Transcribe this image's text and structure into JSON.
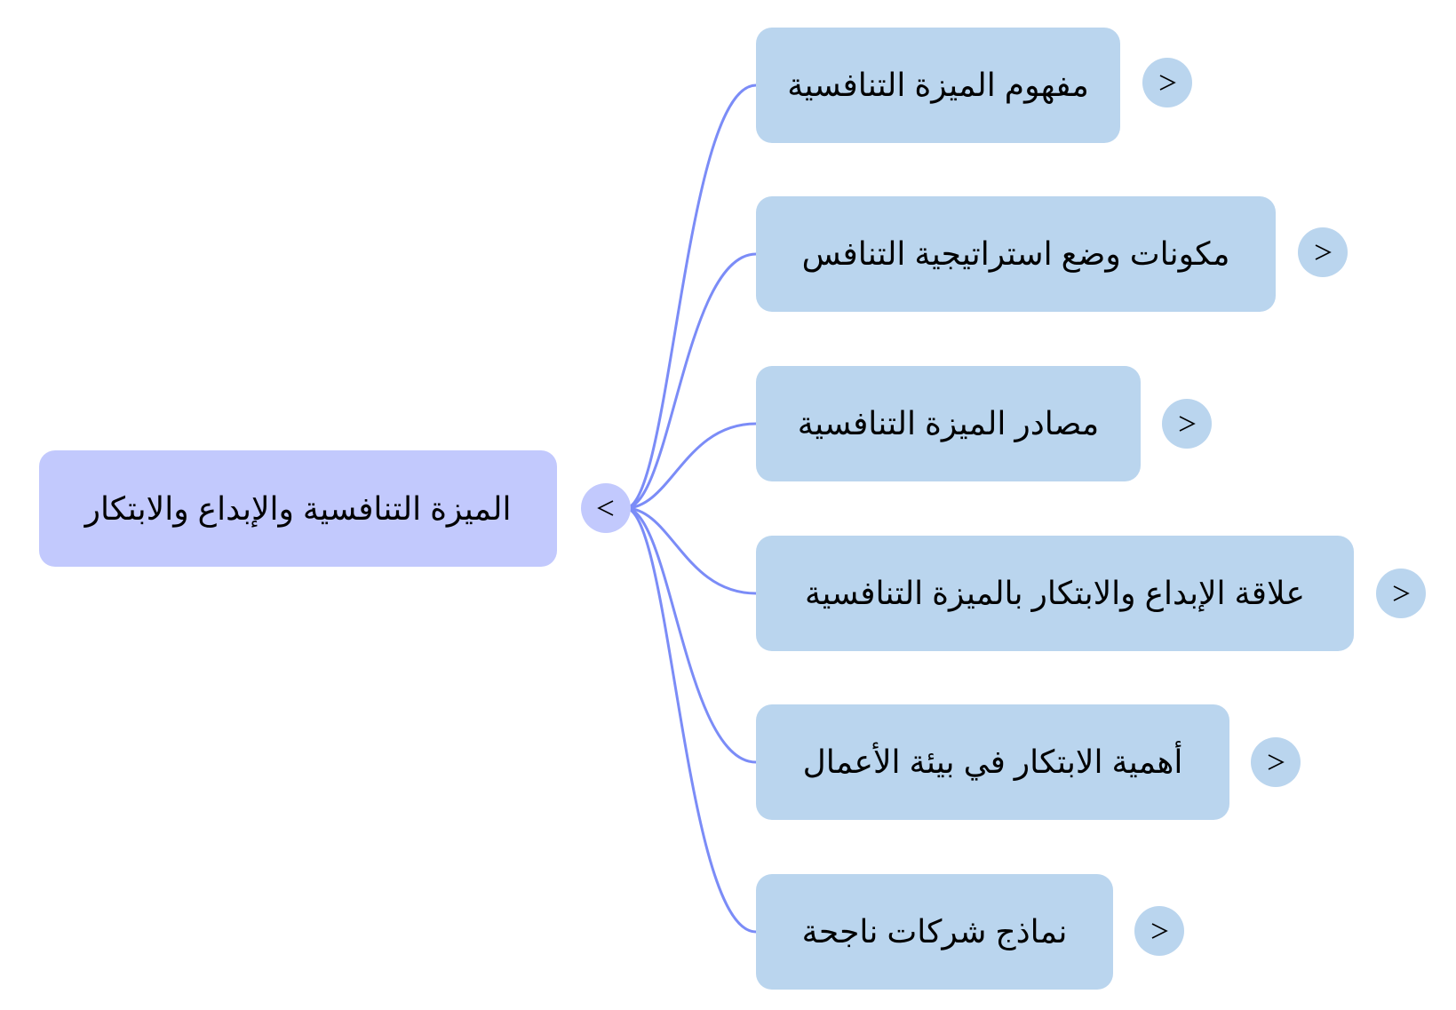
{
  "mindmap": {
    "root": {
      "label": "الميزة التنافسية والإبداع والابتكار",
      "toggle_icon": "chevron-left-icon",
      "color": "#c2c9fd"
    },
    "children": [
      {
        "label": "مفهوم الميزة التنافسية",
        "toggle_icon": "chevron-right-icon"
      },
      {
        "label": "مكونات وضع استراتيجية التنافس",
        "toggle_icon": "chevron-right-icon"
      },
      {
        "label": "مصادر الميزة التنافسية",
        "toggle_icon": "chevron-right-icon"
      },
      {
        "label": "علاقة الإبداع والابتكار بالميزة التنافسية",
        "toggle_icon": "chevron-right-icon"
      },
      {
        "label": "أهمية الابتكار في بيئة الأعمال",
        "toggle_icon": "chevron-right-icon"
      },
      {
        "label": "نماذج شركات ناجحة",
        "toggle_icon": "chevron-right-icon"
      }
    ],
    "child_color": "#bad5ee",
    "connector_color": "#7b8cf7"
  }
}
